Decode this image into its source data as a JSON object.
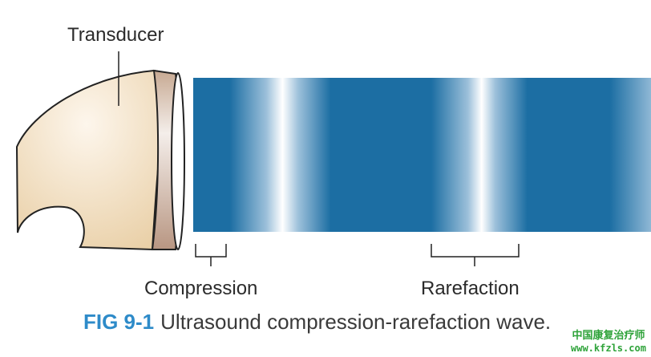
{
  "labels": {
    "transducer": "Transducer",
    "compression": "Compression",
    "rarefaction": "Rarefaction"
  },
  "caption": {
    "fig": "FIG 9-1",
    "text": "Ultrasound compression-rarefaction wave."
  },
  "watermark": {
    "line1": "中国康复治疗师",
    "line2": "www.kfzls.com"
  },
  "colors": {
    "wave_blue": "#1c6ea3",
    "caption_fig": "#2e8bc9",
    "transducer_body": "#f0dcb8",
    "transducer_ring": "#c4a48e"
  }
}
